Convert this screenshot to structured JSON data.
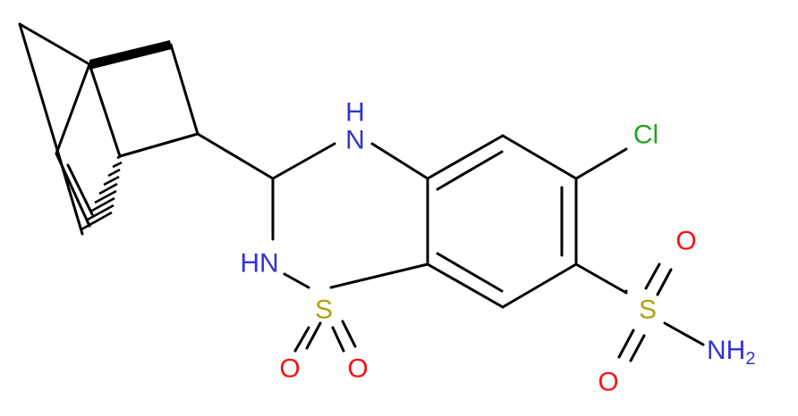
{
  "colors": {
    "bond": "#000000",
    "nitrogen": "#3333cc",
    "oxygen": "#ff0d0d",
    "sulfur": "#b2a012",
    "chlorine": "#1fa51f"
  },
  "atoms": {
    "nh_top": "H",
    "n_top": "N",
    "hn_left": "HN",
    "cl": "Cl",
    "s_ring": "S",
    "s_sulfonamide": "S",
    "o_ring_left": "O",
    "o_ring_right": "O",
    "o_sulfonamide_top": "O",
    "o_sulfonamide_bottom": "O",
    "nh2_n": "NH",
    "nh2_sub": "2"
  }
}
